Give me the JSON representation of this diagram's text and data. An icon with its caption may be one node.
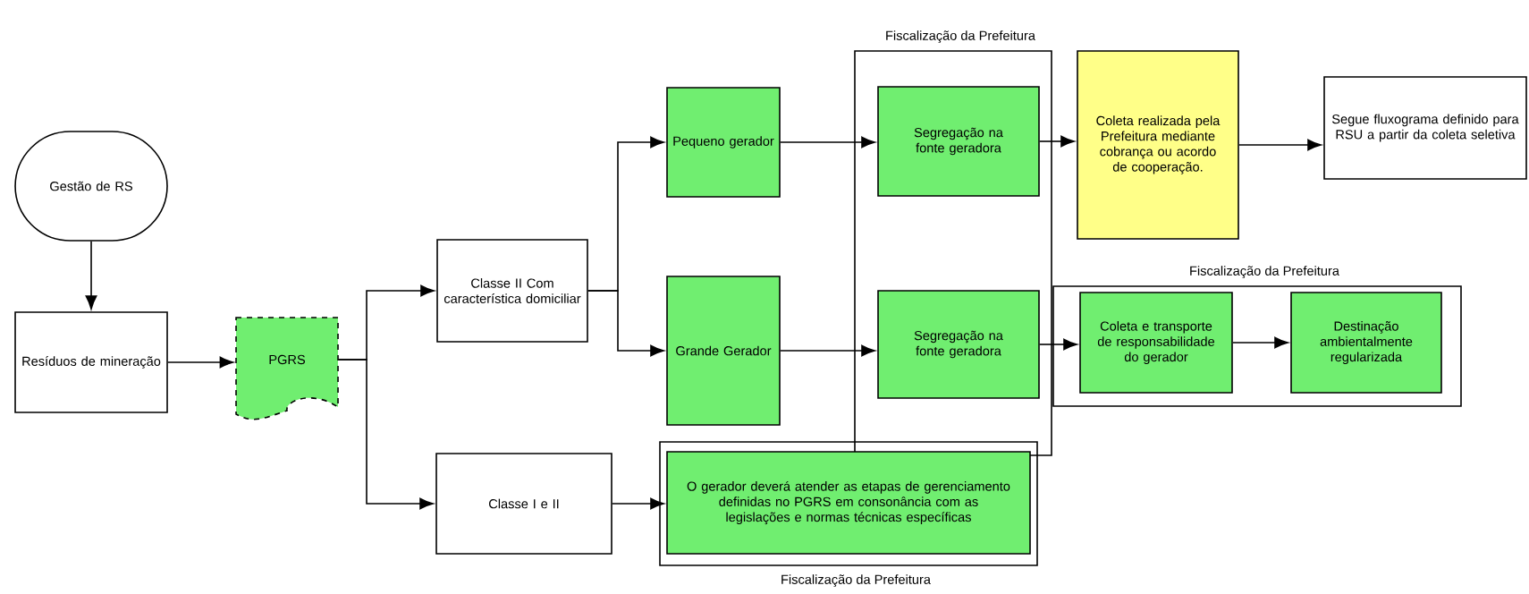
{
  "diagram": {
    "nodes": [
      {
        "text": [
          "Gestão de RS"
        ]
      },
      {
        "text": [
          "Resíduos de mineração"
        ]
      },
      {
        "text": [
          "PGRS"
        ]
      },
      {
        "text": [
          "Classe II Com característica domiciliar"
        ]
      },
      {
        "text": [
          "Pequeno gerador"
        ]
      },
      {
        "text": [
          "Grande Gerador"
        ]
      },
      {
        "text": [
          "Fiscalização da Prefeitura"
        ]
      },
      {
        "text": [
          "Segregação na fonte geradora"
        ],
        "in": 6
      },
      {
        "text": [
          "Segregação na fonte geradora"
        ],
        "in": 6
      },
      {
        "text": [
          "Coleta realizada pela Prefeitura mediante cobrança ou acordo de cooperação."
        ]
      },
      {
        "text": [
          "Segue fluxograma definido para RSU a partir da coleta seletiva"
        ]
      },
      {
        "text": [
          "Fiscalização da Prefeitura"
        ]
      },
      {
        "text": [
          "Coleta e transporte de responsabilidade do gerador"
        ],
        "in": 11
      },
      {
        "text": [
          "Destinação ambientalmente regularizada"
        ],
        "in": 11
      },
      {
        "text": [
          "Classe I e II"
        ]
      },
      {
        "text": [
          "Fiscalização da Prefeitura"
        ]
      },
      {
        "text": [
          "O gerador deverá atender as etapas de gerenciamento definidas no PGRS em consonância com as legislações e normas técnicas específicas"
        ],
        "in": 15
      }
    ],
    "edges": [
      {
        "from": 0,
        "to": 1,
        "arrow": "to"
      },
      {
        "from": 1,
        "to": 2,
        "arrow": "to"
      },
      {
        "from": 2,
        "to": 3,
        "arrow": "to"
      },
      {
        "from": 2,
        "to": 14,
        "arrow": "to"
      },
      {
        "from": 3,
        "to": 4,
        "arrow": "to"
      },
      {
        "from": 3,
        "to": 5,
        "arrow": "to"
      },
      {
        "from": 4,
        "to": 7,
        "arrow": "to"
      },
      {
        "from": 5,
        "to": 8,
        "arrow": "to"
      },
      {
        "from": 7,
        "to": 9,
        "arrow": "to"
      },
      {
        "from": 9,
        "to": 10,
        "arrow": "to"
      },
      {
        "from": 8,
        "to": 12,
        "arrow": "to"
      },
      {
        "from": 12,
        "to": 13,
        "arrow": "to"
      },
      {
        "from": 14,
        "to": 16,
        "arrow": "to"
      }
    ]
  }
}
